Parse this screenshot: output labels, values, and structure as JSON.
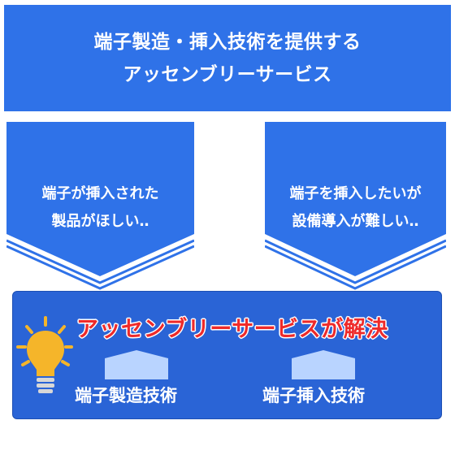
{
  "header": {
    "line1": "端子製造・挿入技術を提供する",
    "line2": "アッセンブリーサービス"
  },
  "problems": [
    {
      "line1": "端子が挿入された",
      "line2": "製品がほしい‥"
    },
    {
      "line1": "端子を挿入したいが",
      "line2": "設備導入が難しい‥"
    }
  ],
  "solution": {
    "title": "アッセンブリーサービスが解決",
    "items": [
      "端子製造技術",
      "端子挿入技術"
    ],
    "icons": [
      "lightbulb-icon",
      "pedestal-icon"
    ]
  },
  "colors": {
    "primary_blue": "#2f72e8",
    "panel_blue": "#2a64d6",
    "title_red": "#ee2a2a",
    "bulb_yellow": "#f5b52a",
    "pedestal_light": "#b9d4ff"
  }
}
